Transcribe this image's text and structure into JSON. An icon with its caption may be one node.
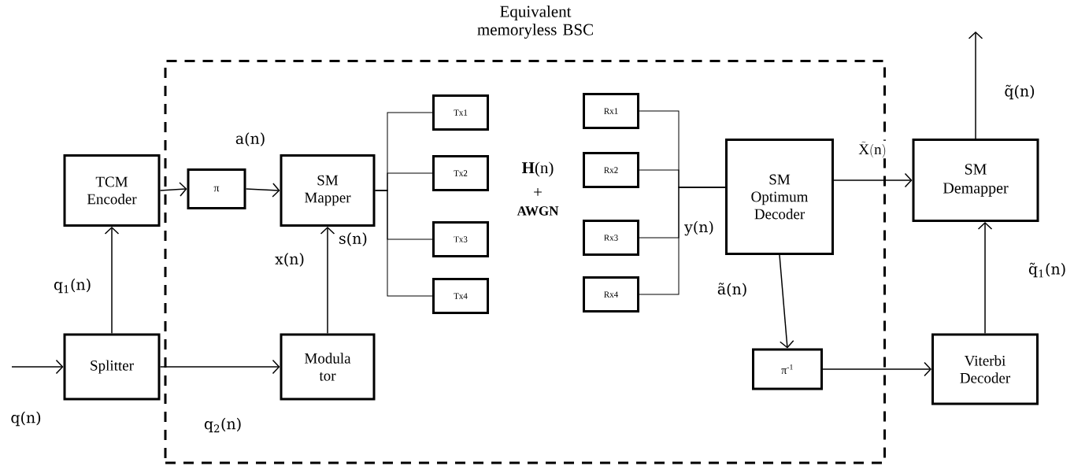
{
  "diagram": {
    "nodes": [
      {
        "text": [
          "Equivalent memoryless BSC"
        ]
      },
      {
        "text": [
          "TCM Encoder"
        ]
      },
      {
        "text": [
          "π"
        ],
        "in": 0
      },
      {
        "text": [
          "SM Mapper"
        ],
        "in": 0
      },
      {
        "text": [
          "Tx1"
        ],
        "in": 0
      },
      {
        "text": [
          "Tx2"
        ],
        "in": 0
      },
      {
        "text": [
          "Tx3"
        ],
        "in": 0
      },
      {
        "text": [
          "Tx4"
        ],
        "in": 0
      },
      {
        "text": [
          "Rx1"
        ],
        "in": 0
      },
      {
        "text": [
          "Rx2"
        ],
        "in": 0
      },
      {
        "text": [
          "Rx3"
        ],
        "in": 0
      },
      {
        "text": [
          "Rx4"
        ],
        "in": 0
      },
      {
        "text": [
          "SM Optimum Decoder"
        ],
        "in": 0
      },
      {
        "text": [
          "SM Demapper"
        ]
      },
      {
        "text": [
          "Splitter"
        ]
      },
      {
        "text": [
          "Modula tor"
        ],
        "in": 0
      },
      {
        "text": [
          "π$^{-1}$"
        ],
        "in": 0
      },
      {
        "text": [
          "Viterbi Decoder"
        ]
      }
    ],
    "edges": [
      {
        "from": null,
        "to": 14,
        "arrow": "to",
        "label": "q(n)"
      },
      {
        "from": 14,
        "to": 1,
        "arrow": "to",
        "label": "q$_{1}$(n)"
      },
      {
        "from": 1,
        "to": 2,
        "arrow": "to"
      },
      {
        "from": 2,
        "to": 3,
        "arrow": "to",
        "label": "a(n)"
      },
      {
        "from": 14,
        "to": 15,
        "arrow": "to",
        "label": "q$_{2}$(n)"
      },
      {
        "from": 15,
        "to": 3,
        "arrow": "to",
        "label": "x(n)"
      },
      {
        "from": 3,
        "to": 4,
        "arrow": "none"
      },
      {
        "from": 3,
        "to": 5,
        "arrow": "none"
      },
      {
        "from": 3,
        "to": 6,
        "arrow": "none",
        "label": "s(n)"
      },
      {
        "from": 3,
        "to": 7,
        "arrow": "none"
      },
      {
        "from": 8,
        "to": 12,
        "arrow": "none"
      },
      {
        "from": 9,
        "to": 12,
        "arrow": "none"
      },
      {
        "from": 10,
        "to": 12,
        "arrow": "none",
        "label": "y(n)"
      },
      {
        "from": 11,
        "to": 12,
        "arrow": "none"
      },
      {
        "from": 12,
        "to": 13,
        "arrow": "to",
        "label": "\\tilde{\\mathrm{X}}\\mathrm{(n)}"
      },
      {
        "from": 12,
        "to": 16,
        "arrow": "to",
        "label": "ã(n)"
      },
      {
        "from": 16,
        "to": 17,
        "arrow": "to"
      },
      {
        "from": 17,
        "to": 13,
        "arrow": "to",
        "label": "q̃$_{1}$(n)"
      },
      {
        "from": 13,
        "to": null,
        "arrow": "to",
        "label": "q̃(n)"
      }
    ],
    "labels": [
      "**H**(n)",
      "+",
      "AWGN"
    ]
  }
}
